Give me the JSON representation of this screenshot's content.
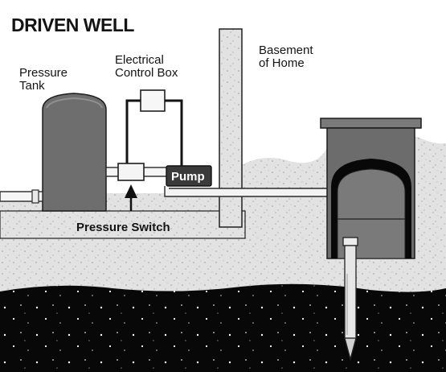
{
  "title": "DRIVEN WELL",
  "labels": {
    "pressure_tank_line1": "Pressure",
    "pressure_tank_line2": "Tank",
    "control_box_line1": "Electrical",
    "control_box_line2": "Control Box",
    "basement_line1": "Basement",
    "basement_line2": "of Home",
    "pump": "Pump",
    "pressure_switch": "Pressure Switch"
  },
  "colors": {
    "tank": "#6e6e6e",
    "soil": "#e2e2e2",
    "bedrock": "#080808",
    "pump_box": "#3a3a3a"
  }
}
